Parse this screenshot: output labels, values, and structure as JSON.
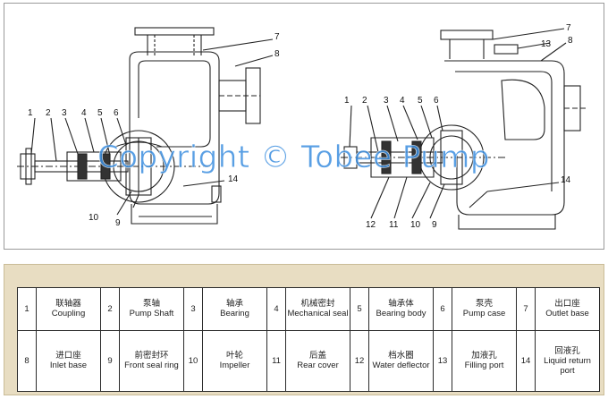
{
  "watermark": "Copyright © Tobee Pump",
  "callouts": {
    "left": [
      "1",
      "2",
      "3",
      "4",
      "5",
      "6",
      "7",
      "8",
      "9",
      "10",
      "14"
    ],
    "right": [
      "1",
      "2",
      "3",
      "4",
      "5",
      "6",
      "7",
      "8",
      "9",
      "10",
      "11",
      "12",
      "13",
      "14"
    ]
  },
  "parts": [
    {
      "num": "1",
      "zh": "联轴器",
      "en": "Coupling"
    },
    {
      "num": "2",
      "zh": "泵轴",
      "en": "Pump Shaft"
    },
    {
      "num": "3",
      "zh": "轴承",
      "en": "Bearing"
    },
    {
      "num": "4",
      "zh": "机械密封",
      "en": "Mechanical seal"
    },
    {
      "num": "5",
      "zh": "轴承体",
      "en": "Bearing body"
    },
    {
      "num": "6",
      "zh": "泵壳",
      "en": "Pump case"
    },
    {
      "num": "7",
      "zh": "出口座",
      "en": "Outlet base"
    },
    {
      "num": "8",
      "zh": "进口座",
      "en": "Inlet base"
    },
    {
      "num": "9",
      "zh": "前密封环",
      "en": "Front seal ring"
    },
    {
      "num": "10",
      "zh": "叶轮",
      "en": "Impeller"
    },
    {
      "num": "11",
      "zh": "后盖",
      "en": "Rear cover"
    },
    {
      "num": "12",
      "zh": "档水圈",
      "en": "Water deflector"
    },
    {
      "num": "13",
      "zh": "加液孔",
      "en": "Filling port"
    },
    {
      "num": "14",
      "zh": "回液孔",
      "en": "Liquid return port"
    }
  ]
}
